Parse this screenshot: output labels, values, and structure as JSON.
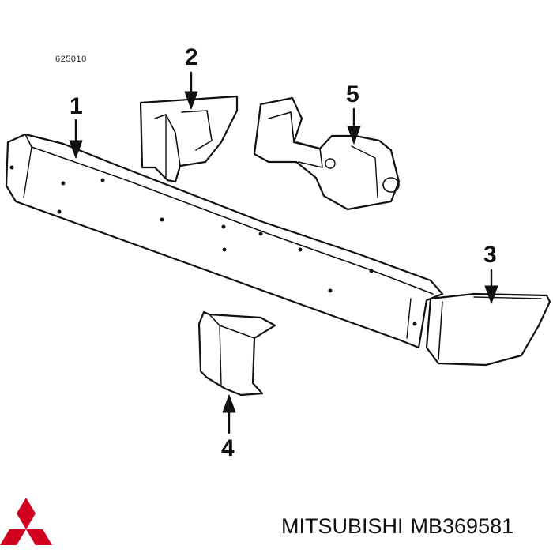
{
  "diagram": {
    "reference_code": "625010",
    "callouts": [
      "1",
      "2",
      "3",
      "4",
      "5"
    ]
  },
  "brand": {
    "name": "MITSUBISHI",
    "part_number": "MB369581",
    "logo_color": "#d1001f"
  },
  "colors": {
    "line": "#111111",
    "background": "#ffffff"
  }
}
